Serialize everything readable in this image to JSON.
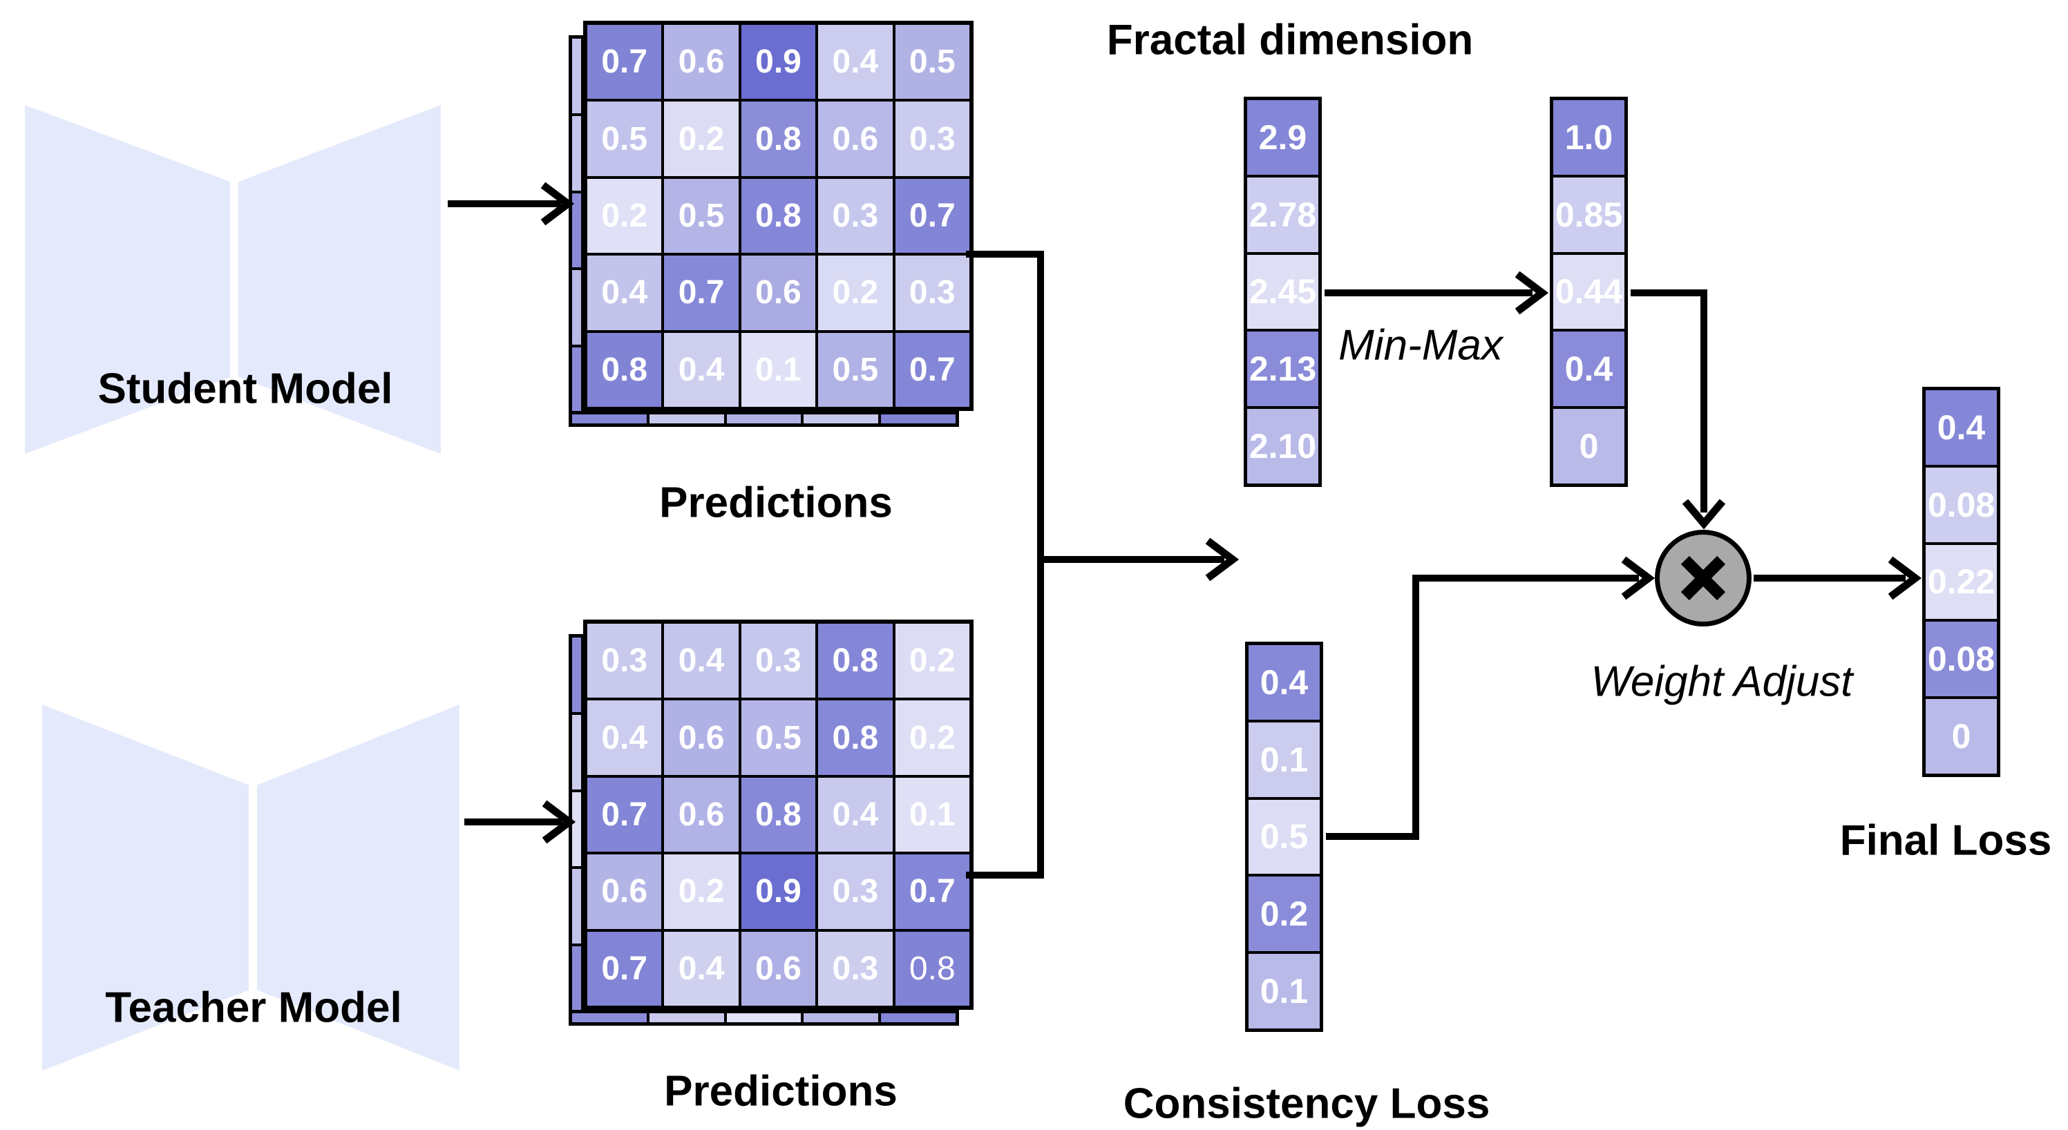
{
  "labels": {
    "student_model": "Student Model",
    "teacher_model": "Teacher Model",
    "predictions_top": "Predictions",
    "predictions_bottom": "Predictions",
    "fractal_dimension": "Fractal dimension",
    "min_max": "Min-Max",
    "weight_adjust": "Weight Adjust",
    "consistency_loss": "Consistency Loss",
    "final_loss": "Final Loss"
  },
  "icons": {
    "multiply_operator": "multiply-icon"
  },
  "colors": {
    "model_trapezoid": "#e4eafb",
    "operator_fill": "#a9a9a9",
    "cell_text": "#ffffff",
    "line": "#000000"
  },
  "student_matrix": {
    "values": [
      [
        "0.7",
        "0.6",
        "0.9",
        "0.4",
        "0.5"
      ],
      [
        "0.5",
        "0.2",
        "0.8",
        "0.6",
        "0.3"
      ],
      [
        "0.2",
        "0.5",
        "0.8",
        "0.3",
        "0.7"
      ],
      [
        "0.4",
        "0.7",
        "0.6",
        "0.2",
        "0.3"
      ],
      [
        "0.8",
        "0.4",
        "0.1",
        "0.5",
        "0.7"
      ]
    ],
    "colors": [
      [
        "#8183d5",
        "#b3b4e6",
        "#6b6ed0",
        "#ccccee",
        "#b0b2e4"
      ],
      [
        "#c2c3ec",
        "#dcdcf4",
        "#8b8dd9",
        "#b8b9e8",
        "#cacbee"
      ],
      [
        "#e0e0f6",
        "#b4b5e6",
        "#8486d7",
        "#c6c7ed",
        "#8385d6"
      ],
      [
        "#c3c4ec",
        "#8688d8",
        "#aaabe2",
        "#d9daf3",
        "#cbccee"
      ],
      [
        "#8183d5",
        "#ceceef",
        "#e0e0f6",
        "#b1b2e5",
        "#8486d7"
      ]
    ],
    "back_left": [
      "#c5c6ec",
      "#c5c6ec",
      "#8a8cd9",
      "#b9bae8",
      "#8a8cd9"
    ],
    "back_bottom": [
      "#8587d7",
      "#c7c8ed",
      "#b1b2e5",
      "#c7c8ed",
      "#8183d5"
    ]
  },
  "teacher_matrix": {
    "values": [
      [
        "0.3",
        "0.4",
        "0.3",
        "0.8",
        "0.2"
      ],
      [
        "0.4",
        "0.6",
        "0.5",
        "0.8",
        "0.2"
      ],
      [
        "0.7",
        "0.6",
        "0.8",
        "0.4",
        "0.1"
      ],
      [
        "0.6",
        "0.2",
        "0.9",
        "0.3",
        "0.7"
      ],
      [
        "0.7",
        "0.4",
        "0.6",
        "0.3",
        "0.8"
      ]
    ],
    "colors": [
      [
        "#c9c9ed",
        "#c4c5ec",
        "#c6c7ed",
        "#8486d7",
        "#dcdcf4"
      ],
      [
        "#cbccee",
        "#b0b1e4",
        "#b5b6e7",
        "#8688d8",
        "#dedef5"
      ],
      [
        "#8385d6",
        "#b1b2e5",
        "#8789d8",
        "#c8c9ed",
        "#dfdff5"
      ],
      [
        "#b3b4e6",
        "#dcddf4",
        "#6b6ed0",
        "#c9caed",
        "#8486d7"
      ],
      [
        "#8284d6",
        "#d0d0ef",
        "#aeafe4",
        "#cdcdee",
        "#8183d5"
      ]
    ],
    "light": [
      [
        4,
        4
      ]
    ],
    "back_left": [
      "#8a8cd9",
      "#cdcdef",
      "#dedef5",
      "#c3c4ec",
      "#8a8cd9"
    ],
    "back_bottom": [
      "#8a8cd9",
      "#c9caed",
      "#e3e3f7",
      "#b7b8e7",
      "#8486d7"
    ]
  },
  "fractal_column": {
    "values": [
      "2.9",
      "2.78",
      "2.45",
      "2.13",
      "2.10"
    ],
    "colors": [
      "#8486d7",
      "#cdcdef",
      "#dedef5",
      "#8a8cd9",
      "#b9bae8"
    ]
  },
  "minmax_column": {
    "values": [
      "1.0",
      "0.85",
      "0.44",
      "0.4",
      "0"
    ],
    "colors": [
      "#8486d7",
      "#cdcdef",
      "#dedef5",
      "#8a8cd9",
      "#b9bae8"
    ]
  },
  "consistency_column": {
    "values": [
      "0.4",
      "0.1",
      "0.5",
      "0.2",
      "0.1"
    ],
    "colors": [
      "#8688d8",
      "#ccccee",
      "#dcdcf4",
      "#8a8cd9",
      "#b9bae8"
    ]
  },
  "final_column": {
    "values": [
      "0.4",
      "0.08",
      "0.22",
      "0.08",
      "0"
    ],
    "colors": [
      "#8486d7",
      "#cdcdef",
      "#dedef5",
      "#8b8dd9",
      "#b9bae8"
    ]
  }
}
